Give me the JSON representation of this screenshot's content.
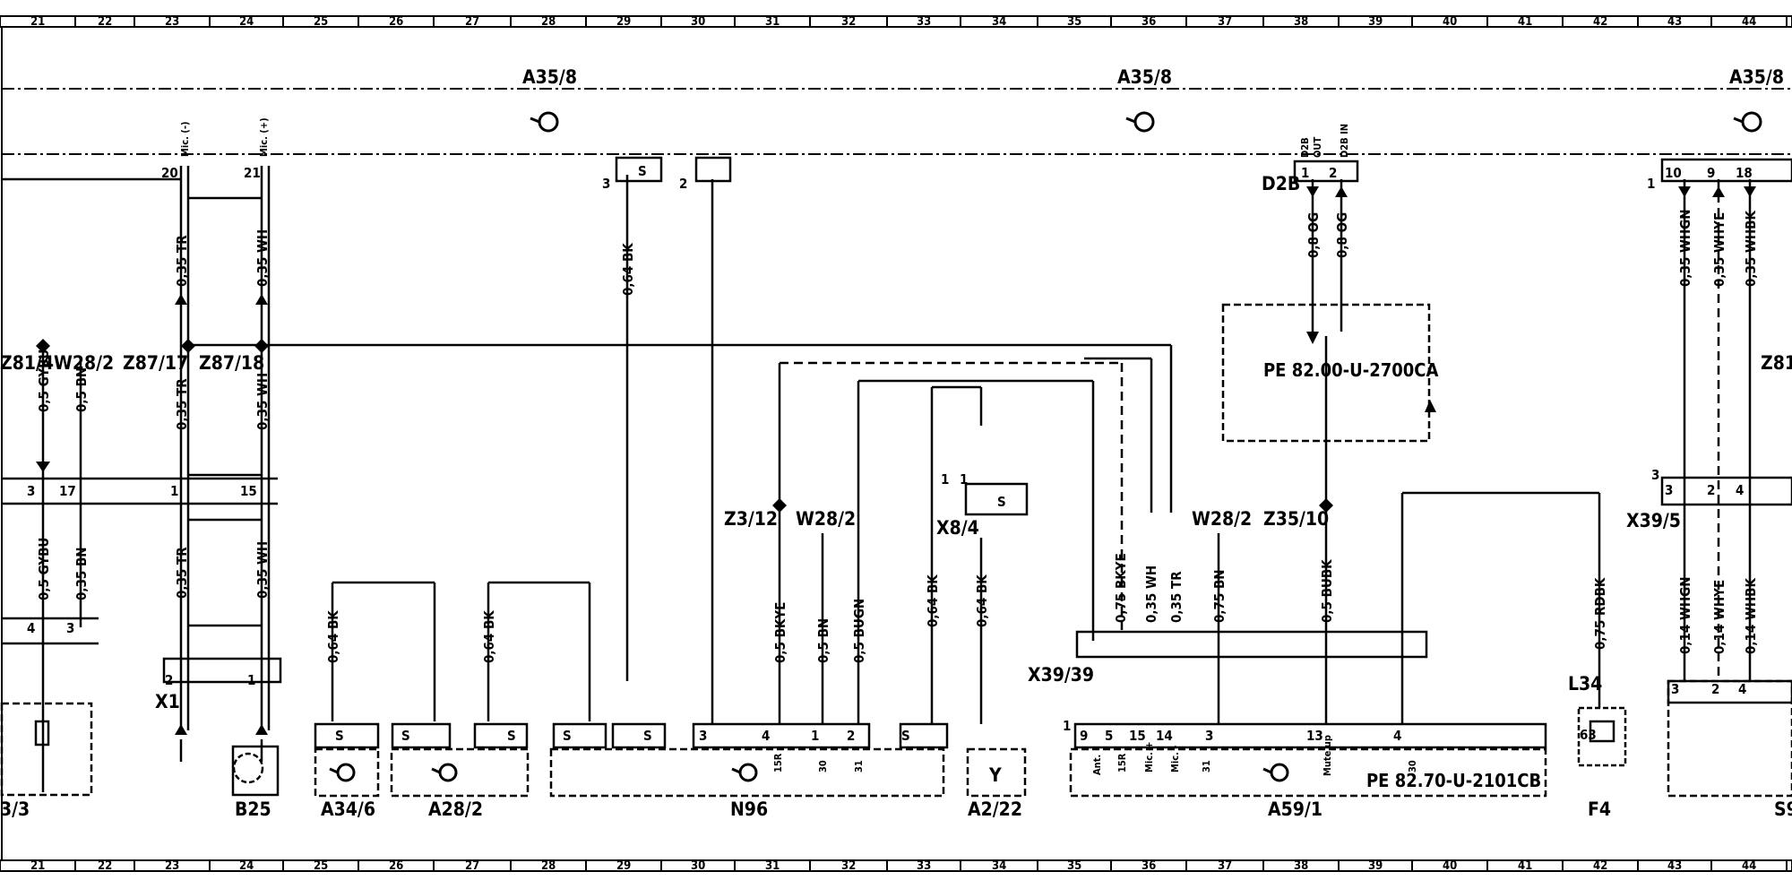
{
  "grid": {
    "columns": [
      "21",
      "22",
      "23",
      "24",
      "25",
      "26",
      "27",
      "28",
      "29",
      "30",
      "31",
      "32",
      "33",
      "34",
      "35",
      "36",
      "37",
      "38",
      "39",
      "40",
      "41",
      "42",
      "43",
      "44"
    ]
  },
  "modules": {
    "a35_8_left": "A35/8",
    "a35_8_mid": "A35/8",
    "a35_8_right": "A35/8"
  },
  "components": {
    "b25": "B25",
    "a34_6": "A34/6",
    "a28_2": "A28/2",
    "n96": "N96",
    "a2_22": "A2/22",
    "a59_1": "A59/1",
    "f4": "F4",
    "s9": "S9",
    "cut_left": "3/3",
    "x1": "X1",
    "l34": "L34",
    "d2b": "D2B",
    "x39_39": "X39/39",
    "x39_5": "X39/5",
    "x8_4": "X8/4"
  },
  "nodes": {
    "z81_4": "Z81/4",
    "w28_2_a": "W28/2",
    "z87_17": "Z87/17",
    "z87_18": "Z87/18",
    "z3_12": "Z3/12",
    "w28_2_b": "W28/2",
    "w28_2_c": "W28/2",
    "z35_10": "Z35/10",
    "z81_right": "Z81/"
  },
  "references": {
    "pe_top": "PE 82.00-U-2700CA",
    "pe_bottom": "PE 82.70-U-2101CB"
  },
  "wires": {
    "w_gybu_1": "0,5 GYBU",
    "w_bn_1": "0,5 BN",
    "w_gybu_2": "0,5 GYBU",
    "w_bn_2": "0,35 BN",
    "w_tr_1": "0,35 TR",
    "w_wh_1": "0,35 WH",
    "w_tr_2": "0,35 TR",
    "w_wh_2": "0,35 WH",
    "w_tr_3": "0,35 TR",
    "w_wh_3": "0,35 WH",
    "w_bk_1": "0,64 BK",
    "w_bk_2": "0,64 BK",
    "w_bk_3": "0,64 BK",
    "w_bkye_1": "0,5 BKYE",
    "w_bn_3": "0,5 BN",
    "w_bugn": "0,5 BUGN",
    "w_bk_4": "0,64 BK",
    "w_bk_5": "0,64 BK",
    "w_bkye_2": "0,75 BKYE",
    "w_wh_4": "0,35 WH",
    "w_tr_4": "0,35 TR",
    "w_bn_4": "0,75 BN",
    "w_bubk": "0,5 BUBK",
    "w_og_1": "0,8 OG",
    "w_og_2": "0,8 OG",
    "w_rdbk": "0,75 RDBK",
    "w_whgn_1": "0,35 WHGN",
    "w_whye_1": "0,35 WHYE",
    "w_whbk_1": "0,35 WHBK",
    "w_whgn_2": "0,14 WHGN",
    "w_whye_2": "0,14 WHYE",
    "w_whbk_2": "0,14 WHBK"
  },
  "pins": {
    "p20": "20",
    "p21": "21",
    "p3a": "3",
    "p17": "17",
    "p1a": "1",
    "p15a": "15",
    "p4a": "4",
    "p3b": "3",
    "p2a": "2",
    "p1b": "1",
    "p3c": "3",
    "p2b": "2",
    "p3n": "3",
    "p4n": "4",
    "p1n": "1",
    "p2n": "2",
    "p9": "9",
    "p5": "5",
    "p15b": "15",
    "p14": "14",
    "p3d": "3",
    "p13": "13",
    "p4d": "4",
    "p1c": "1",
    "p1d": "1",
    "p2d": "2",
    "p1e": "1",
    "p10": "10",
    "p9b": "9",
    "p18": "18",
    "p1f": "1",
    "p3e": "3",
    "p2e": "2",
    "p4e": "4",
    "p3f": "3",
    "p3g": "3",
    "p2f": "2",
    "p4f": "4",
    "p1g": "1",
    "p63": "63"
  },
  "pin_functions": {
    "mic_minus": "Mic. (-)",
    "mic_plus": "Mic. (+)",
    "d2b": "D2B",
    "out": "OUT",
    "d2b_in": "D2B IN",
    "f15r_a": "15R",
    "f30_a": "30",
    "f31_a": "31",
    "ant": "Ant.",
    "f15r_b": "15R",
    "mic_p": "Mic. +",
    "mic_m": "Mic. -",
    "f31_b": "31",
    "mute": "Mute up",
    "f30_b": "30"
  },
  "symbols": {
    "s_label": "S",
    "ant_symbol": "Y"
  }
}
